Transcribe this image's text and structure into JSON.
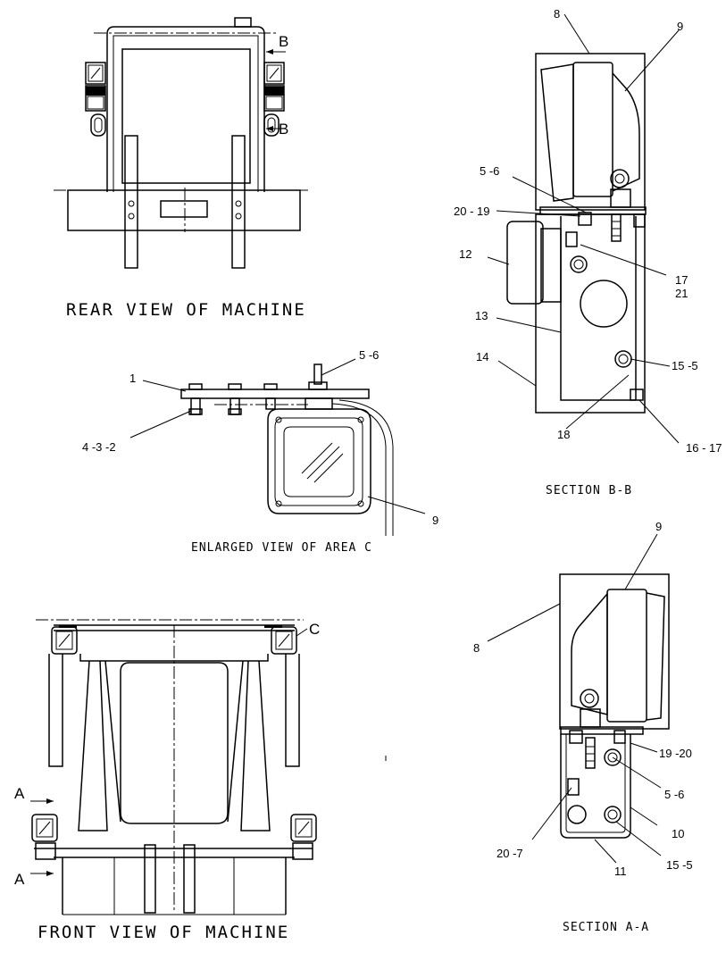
{
  "captions": {
    "rear_view": "REAR VIEW OF MACHINE",
    "front_view": "FRONT VIEW OF MACHINE",
    "enlarged": "ENLARGED VIEW OF AREA C",
    "section_bb": "SECTION B-B",
    "section_aa": "SECTION A-A"
  },
  "markers": {
    "b_top": "B",
    "b_bottom": "B",
    "a_top": "A",
    "a_bottom": "A",
    "c": "C"
  },
  "callouts": {
    "enlarged": {
      "c1": "1",
      "c5_6": "5 -6",
      "c4_3_2": "4 -3 -2",
      "c9": "9"
    },
    "section_bb": {
      "c8": "8",
      "c9": "9",
      "c5_6": "5 -6",
      "c20_19": "20 - 19",
      "c12": "12",
      "c17": "17",
      "c21": "21",
      "c13": "13",
      "c14": "14",
      "c15_5": "15 -5",
      "c18": "18",
      "c16_17": "16 - 17"
    },
    "section_aa": {
      "c9": "9",
      "c8": "8",
      "c19_20": "19 -20",
      "c5_6": "5 -6",
      "c10": "10",
      "c20_7": "20 -7",
      "c15_5": "15 -5",
      "c11": "11"
    }
  }
}
